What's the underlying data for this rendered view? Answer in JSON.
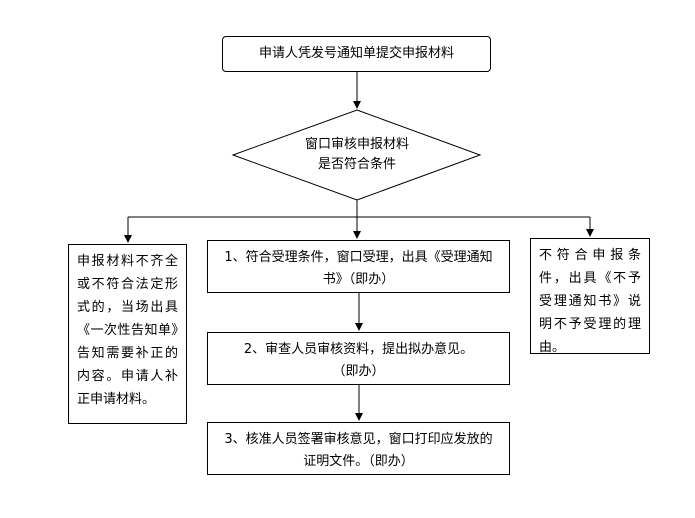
{
  "nodes": {
    "start": "申请人凭发号通知单提交申报材料",
    "decision_line1": "窗口审核申报材料",
    "decision_line2": "是否符合条件",
    "incomplete": "申报材料不齐全或不符合法定形式的，当场出具《一次性告知单》告知需要补正的内容。申请人补正申请材料。",
    "step1_line1": "1、符合受理条件，窗口受理，出具《受理通知",
    "step1_line2": "书》（即办）",
    "step2_line1": "2、审查人员审核资料，提出拟办意见。",
    "step2_line2": "（即办）",
    "step3_line1": "3、核准人员签署审核意见，窗口打印应发放的",
    "step3_line2": "证明文件。（即办）",
    "reject": "不符合申报条件，出具《不予受理通知书》说明不予受理的理由。"
  }
}
